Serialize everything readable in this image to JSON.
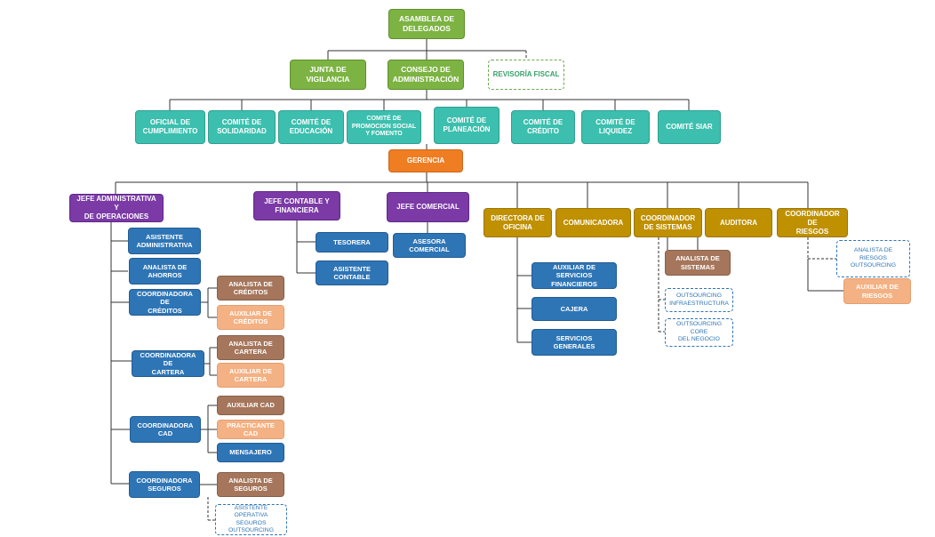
{
  "nodes": {
    "asamblea": "ASAMBLEA DE\nDELEGADOS",
    "junta": "JUNTA DE\nVIGILANCIA",
    "consejo": "CONSEJO DE\nADMINISTRACIÓN",
    "revisoria": "REVISORÍA FISCAL",
    "oficial_cumplimiento": "OFICIAL DE\nCUMPLIMIENTO",
    "comite_solidaridad": "COMITÉ DE\nSOLIDARIDAD",
    "comite_educacion": "COMITÉ DE\nEDUCACIÓN",
    "comite_promocion": "COMITÉ DE\nPROMOCION SOCIAL\nY FOMENTO",
    "comite_planeacion": "COMITÉ DE\nPLANEACIÓN",
    "comite_credito": "COMITÉ DE\nCRÉDITO",
    "comite_liquidez": "COMITÉ DE\nLIQUIDEZ",
    "comite_siar": "COMITÉ SIAR",
    "gerencia": "GERENCIA",
    "jefe_admin": "JEFE ADMINISTRATIVA Y\nDE OPERACIONES",
    "jefe_contable": "JEFE CONTABLE Y\nFINANCIERA",
    "jefe_comercial": "JEFE COMERCIAL",
    "directora_oficina": "DIRECTORA DE\nOFICINA",
    "comunicadora": "COMUNICADORA",
    "coord_sistemas": "COORDINADOR\nDE SISTEMAS",
    "auditora": "AUDITORA",
    "coord_riesgos": "COORDINADOR DE\nRIESGOS",
    "asistente_admin": "ASISTENTE\nADMINISTRATIVA",
    "analista_ahorros": "ANALISTA DE\nAHORROS",
    "coord_creditos": "COORDINADORA DE\nCRÉDITOS",
    "analista_creditos": "ANALISTA DE\nCRÉDITOS",
    "auxiliar_creditos": "AUXILIAR DE\nCRÉDITOS",
    "coord_cartera": "COORDINADORA DE\nCARTERA",
    "analista_cartera": "ANALISTA DE\nCARTERA",
    "auxiliar_cartera": "AUXILIAR DE\nCARTERA",
    "coord_cad": "COORDINADORA\nCAD",
    "auxiliar_cad": "AUXILIAR CAD",
    "practicante_cad": "PRACTICANTE CAD",
    "mensajero": "MENSAJERO",
    "coord_seguros": "COORDINADORA\nSEGUROS",
    "analista_seguros": "ANALISTA DE\nSEGUROS",
    "asistente_seguros_out": "ASISTENTE OPERATIVA\nSEGUROS\nOUTSOURCING",
    "tesorera": "TESORERA",
    "asistente_contable": "ASISTENTE\nCONTABLE",
    "asesora_comercial": "ASESORA\nCOMERCIAL",
    "auxiliar_servicios_fin": "AUXILIAR DE SERVICIOS\nFINANCIEROS",
    "cajera": "CAJERA",
    "servicios_generales": "SERVICIOS GENERALES",
    "analista_sistemas": "ANALISTA DE\nSISTEMAS",
    "outsourcing_infra": "OUTSOURCING\nINFRAESTRUCTURA",
    "outsourcing_core": "OUTSOURCING CORE\nDEL NEGOCIO",
    "analista_riesgos_out": "ANALISTA DE RIESGOS\nOUTSOURCING",
    "auxiliar_riesgos": "AUXILIAR DE\nRIESGOS"
  },
  "colors": {
    "green": "#7cb342",
    "teal": "#3cbfae",
    "orange": "#ef7d22",
    "purple": "#7b3aa6",
    "gold": "#bf9000",
    "blue": "#2e75b6",
    "brown": "#a5765b",
    "peach": "#f4b183",
    "connector": "#333333"
  }
}
